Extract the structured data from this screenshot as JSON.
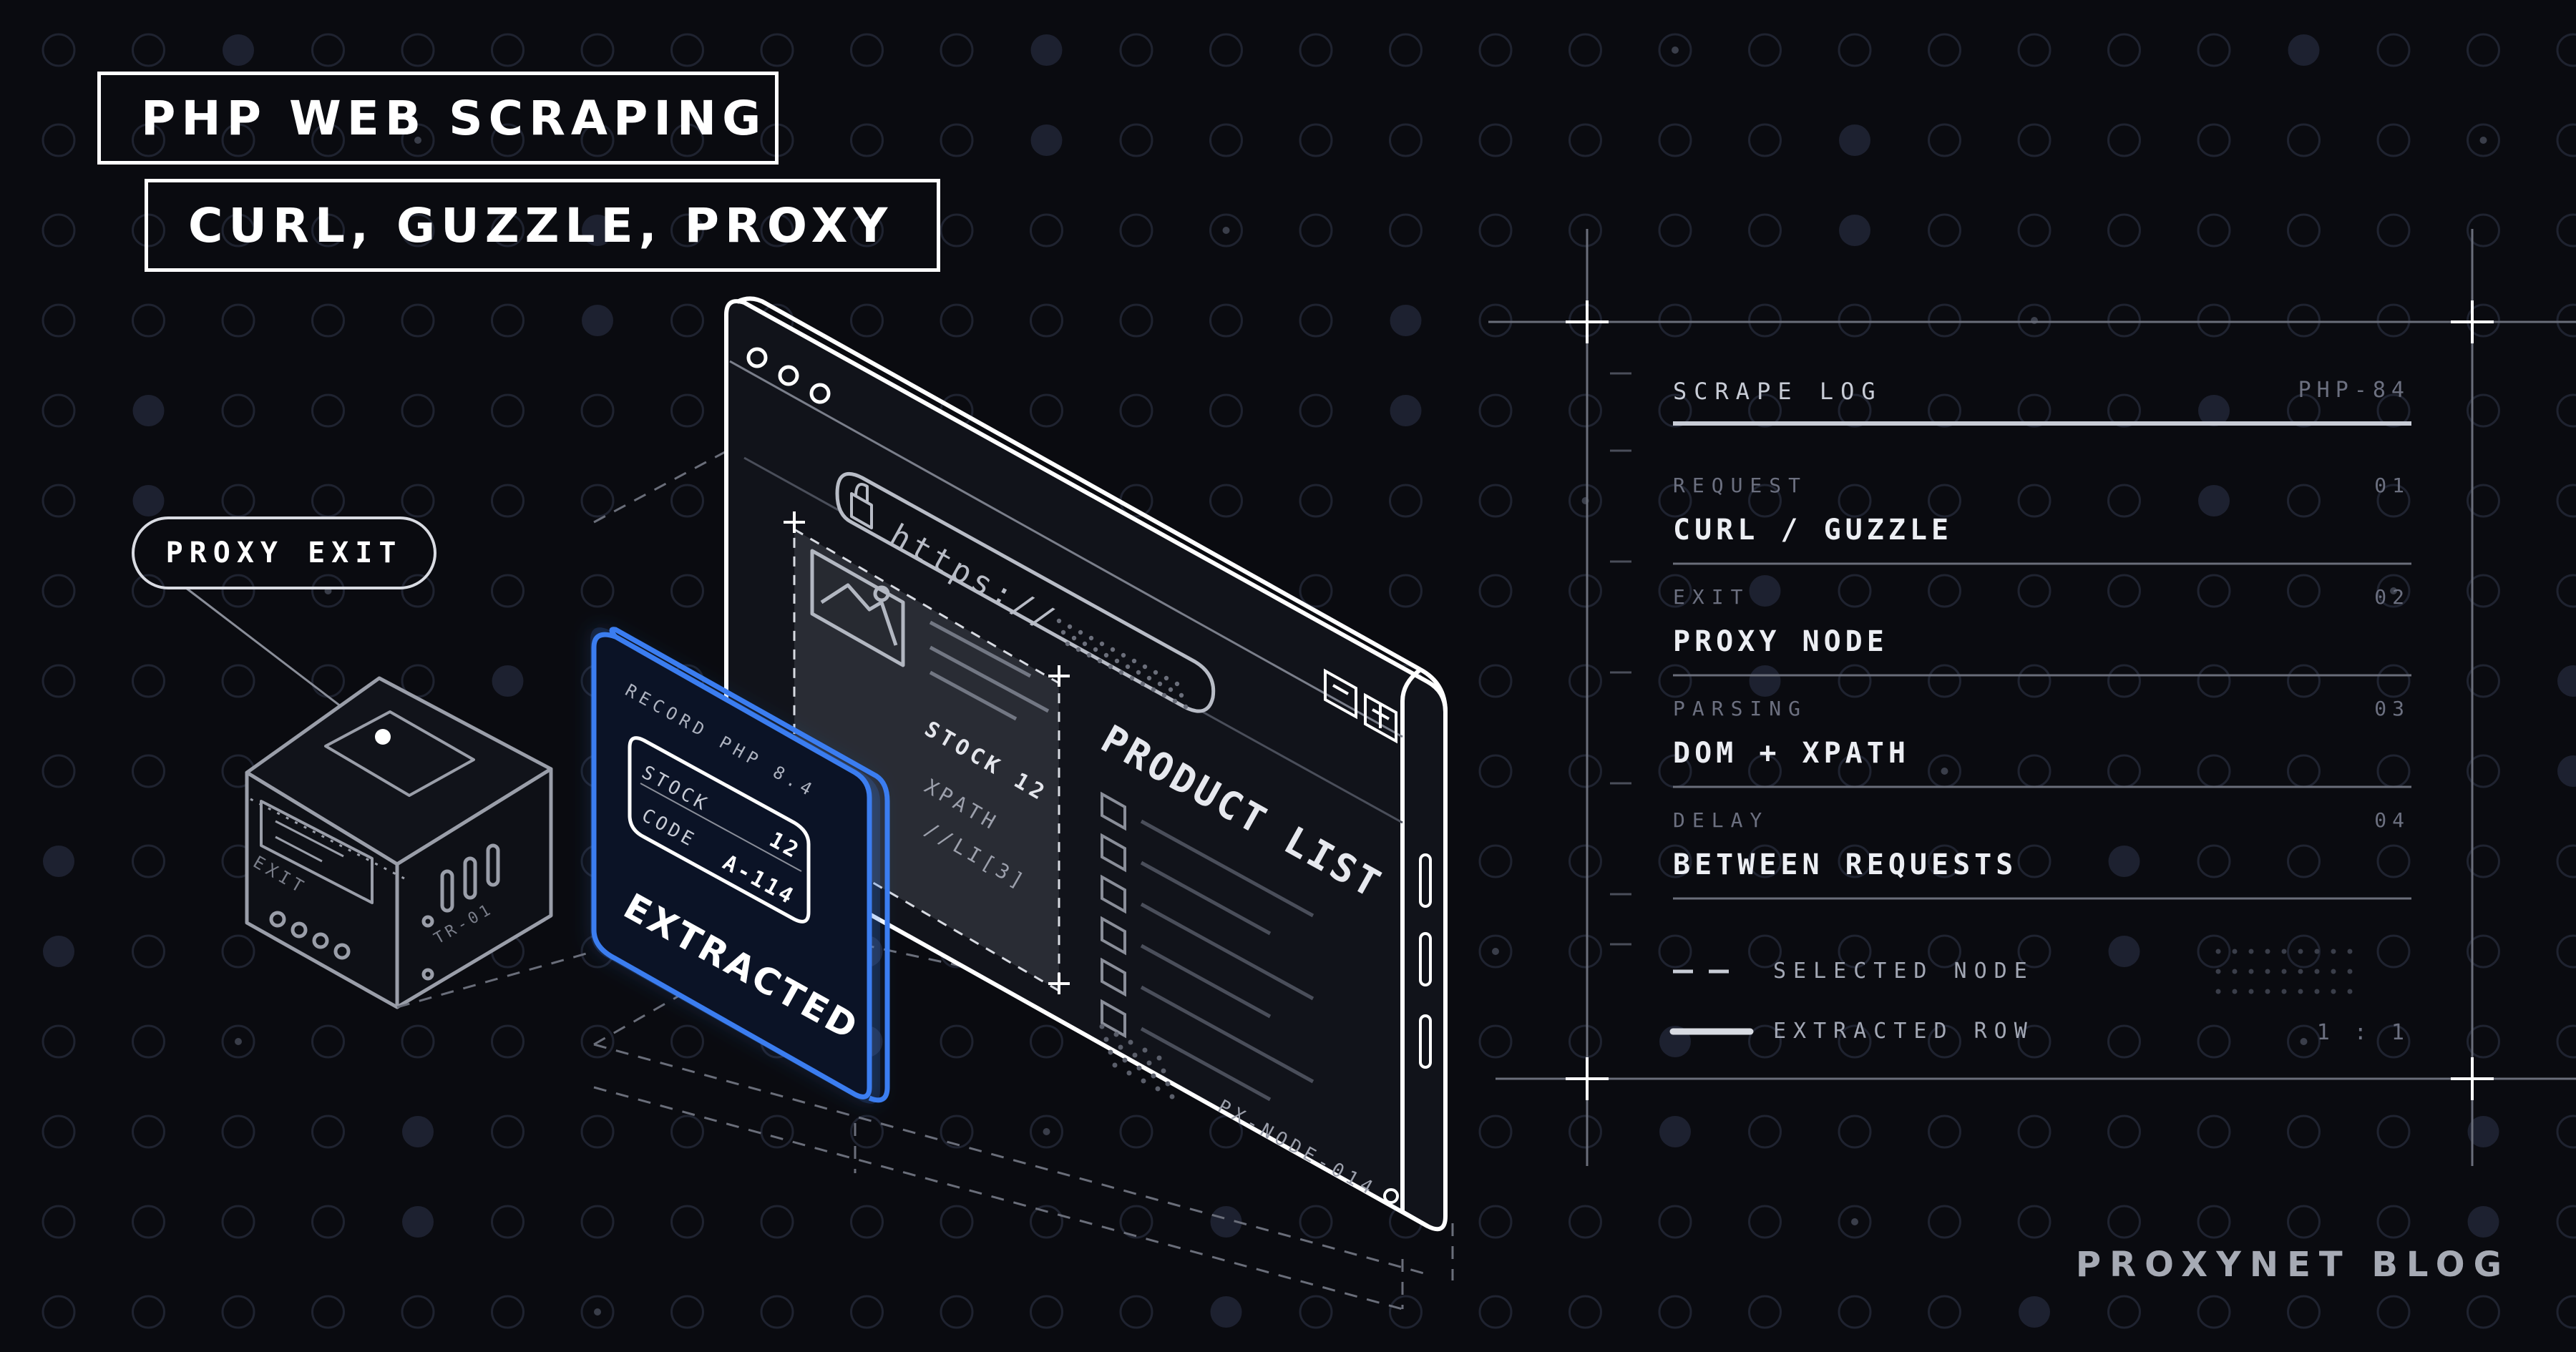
{
  "title_lines": [
    "PHP WEB SCRAPING",
    "CURL, GUZZLE, PROXY"
  ],
  "proxy_exit": {
    "label": "PROXY EXIT",
    "cube_side_label": "EXIT",
    "cube_code": "TR-01"
  },
  "browser": {
    "url": "https://",
    "heading": "PRODUCT LIST",
    "node_id": "PX-NODE-014",
    "list_rows": 6
  },
  "overlay": {
    "stock_label": "STOCK 12",
    "xpath_label": "XPATH",
    "xpath_expr": "//LI[3]"
  },
  "record_card": {
    "header": "RECORD PHP 8.4",
    "stock_key": "STOCK",
    "stock_value": "12",
    "code_key": "CODE",
    "code_value": "A-114",
    "status": "EXTRACTED"
  },
  "scrape_log": {
    "title": "SCRAPE LOG",
    "ref": "PHP-84",
    "entries": [
      {
        "label": "REQUEST",
        "value": "CURL / GUZZLE",
        "num": "01"
      },
      {
        "label": "EXIT",
        "value": "PROXY NODE",
        "num": "02"
      },
      {
        "label": "PARSING",
        "value": "DOM + XPATH",
        "num": "03"
      },
      {
        "label": "DELAY",
        "value": "BETWEEN REQUESTS",
        "num": "04"
      }
    ],
    "legend": [
      {
        "label": "SELECTED NODE",
        "style": "dashed"
      },
      {
        "label": "EXTRACTED ROW",
        "style": "solid"
      }
    ],
    "scale": "1 : 1"
  },
  "footer": "PROXYNET BLOG",
  "colors": {
    "background": "#0a0b10",
    "line": "#ffffff",
    "accent_blue": "#3b7df0",
    "muted": "#6c7080",
    "dot": "#2a2e3a"
  }
}
